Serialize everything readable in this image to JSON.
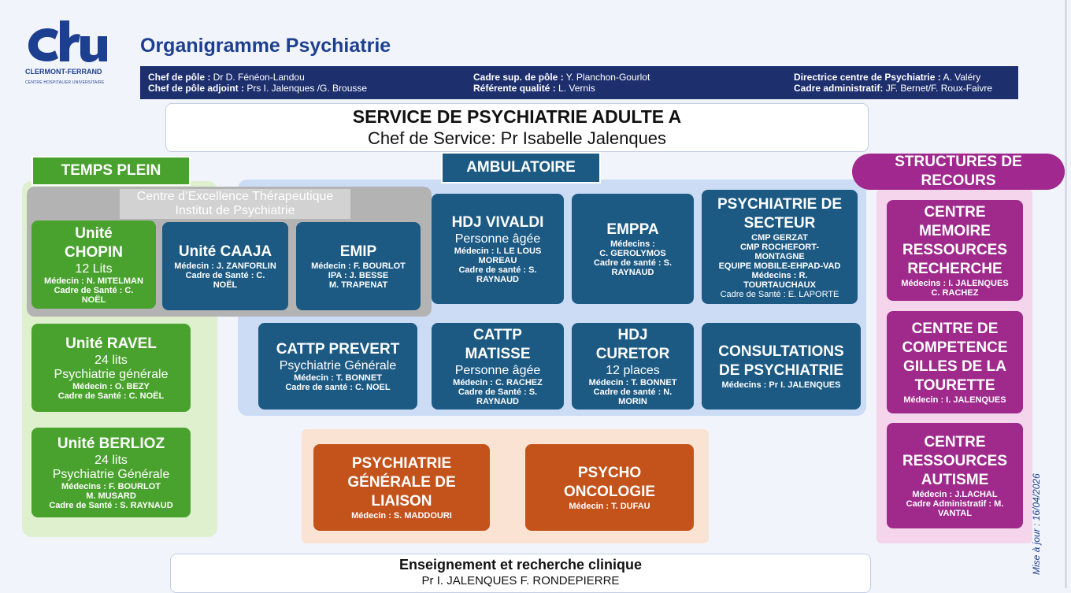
{
  "header": {
    "logo_city": "CLERMONT-FERRAND",
    "logo_sub": "CENTRE HOSPITALIER UNIVERSITAIRE",
    "title": "Organigramme Psychiatrie",
    "info": {
      "col1": [
        {
          "label": "Chef de pôle :",
          "value": " Dr D. Fénéon-Landou"
        },
        {
          "label": "Chef de pôle adjoint :",
          "value": " Prs I. Jalenques /G. Brousse"
        }
      ],
      "col2": [
        {
          "label": "Cadre sup. de pôle :",
          "value": " Y. Planchon-Gourlot"
        },
        {
          "label": "Référente qualité :",
          "value": " L. Vernis"
        }
      ],
      "col3": [
        {
          "label": "Directrice centre de Psychiatrie :",
          "value": "  A. Valéry"
        },
        {
          "label": "Cadre administratif:",
          "value": " JF. Bernet/F. Roux-Faivre"
        }
      ]
    }
  },
  "service": {
    "title": "SERVICE DE PSYCHIATRIE ADULTE  A",
    "chief": "Chef de Service: Pr Isabelle Jalenques"
  },
  "groups": {
    "temps_plein": "TEMPS PLEIN",
    "ambulatoire": "AMBULATOIRE",
    "recours": "STRUCTURES DE RECOURS",
    "excellence_line1": "Centre d’Excellence Thérapeutique",
    "excellence_line2": "Institut de Psychiatrie"
  },
  "units": {
    "chopin": {
      "title1": "Unité",
      "title2": "CHOPIN",
      "sub": "12 Lits",
      "d1": "Médecin : N. MITELMAN",
      "d2": "Cadre de Santé : C.",
      "d3": "NOËL"
    },
    "caaja": {
      "title": "Unité CAAJA",
      "d1": "Médecin : J. ZANFORLIN",
      "d2": "Cadre de Santé : C.",
      "d3": "NOËL"
    },
    "emip": {
      "title": "EMIP",
      "d1": "Médecin : F. BOURLOT",
      "d2": "IPA : J. BESSE",
      "d3": "M. TRAPENAT"
    },
    "ravel": {
      "title": "Unité RAVEL",
      "sub1": "24 lits",
      "sub2": "Psychiatrie générale",
      "d1": "Médecin : O. BEZY",
      "d2": "Cadre de Santé : C. NOËL"
    },
    "berlioz": {
      "title": "Unité BERLIOZ",
      "sub1": "24 lits",
      "sub2": "Psychiatrie Générale",
      "d1": "Médecins : F. BOURLOT",
      "d2": "M. MUSARD",
      "d3": "Cadre de Santé : S. RAYNAUD"
    },
    "vivaldi": {
      "title": "HDJ VIVALDI",
      "sub": "Personne âgée",
      "d1": "Médecin : I. LE LOUS",
      "d2": "MOREAU",
      "d3": "Cadre de santé  : S.",
      "d4": "RAYNAUD"
    },
    "emppa": {
      "title": "EMPPA",
      "d1": "Médecins :",
      "d2": "C. GEROLYMOS",
      "d3": "Cadre de santé : S.",
      "d4": "RAYNAUD"
    },
    "secteur": {
      "title1": "PSYCHIATRIE DE",
      "title2": "SECTEUR",
      "d1": "CMP GERZAT",
      "d2": "CMP ROCHEFORT-",
      "d3": "MONTAGNE",
      "d4": "EQUIPE MOBILE-EHPAD-VAD",
      "d5": "Médecins : R.",
      "d6": "TOURTAUCHAUX",
      "d7": "Cadre de Santé : E. LAPORTE"
    },
    "prevert": {
      "title": "CATTP PREVERT",
      "sub": "Psychiatrie Générale",
      "d1": "Médecin : T. BONNET",
      "d2": "Cadre de santé : C. NOEL"
    },
    "matisse": {
      "title1": "CATTP",
      "title2": "MATISSE",
      "sub": "Personne âgée",
      "d1": "Médecin : C. RACHEZ",
      "d2": "Cadre de Santé : S.",
      "d3": "RAYNAUD"
    },
    "curetor": {
      "title1": "HDJ",
      "title2": "CURETOR",
      "sub": "12 places",
      "d1": "Médecin : T. BONNET",
      "d2": "Cadre de santé  : N.",
      "d3": "MORIN"
    },
    "consultations": {
      "title1": "CONSULTATIONS",
      "title2": "DE PSYCHIATRIE",
      "d1": "Médecins : Pr I. JALENQUES"
    },
    "liaison": {
      "title1": "PSYCHIATRIE",
      "title2": "GÉNÉRALE DE",
      "title3": "LIAISON",
      "d1": "Médecin : S. MADDOURI"
    },
    "onco": {
      "title1": "PSYCHO",
      "title2": "ONCOLOGIE",
      "d1": "Médecin : T. DUFAU"
    },
    "memoire": {
      "t1": "CENTRE",
      "t2": "MEMOIRE",
      "t3": "RESSOURCES",
      "t4": "RECHERCHE",
      "d1": "Médecins : I. JALENQUES",
      "d2": "C. RACHEZ"
    },
    "tourette": {
      "t1": "CENTRE DE",
      "t2": "COMPETENCE",
      "t3": "GILLES DE LA",
      "t4": "TOURETTE",
      "d1": "Médecin : I. JALENQUES"
    },
    "autisme": {
      "t1": "CENTRE",
      "t2": "RESSOURCES",
      "t3": "AUTISME",
      "d1": "Médecin : J.LACHAL",
      "d2": "Cadre Administratif : M.",
      "d3": "VANTAL"
    }
  },
  "footer": {
    "title": "Enseignement et recherche clinique",
    "names": "Pr I. JALENQUES F. RONDEPIERRE"
  },
  "update_note": "Mise à jour : 16/04/2026",
  "colors": {
    "navy": "#1e2f6e",
    "green": "#4aa22e",
    "blue": "#1c5a84",
    "orange": "#c4521b",
    "purple": "#9f2a8c"
  }
}
